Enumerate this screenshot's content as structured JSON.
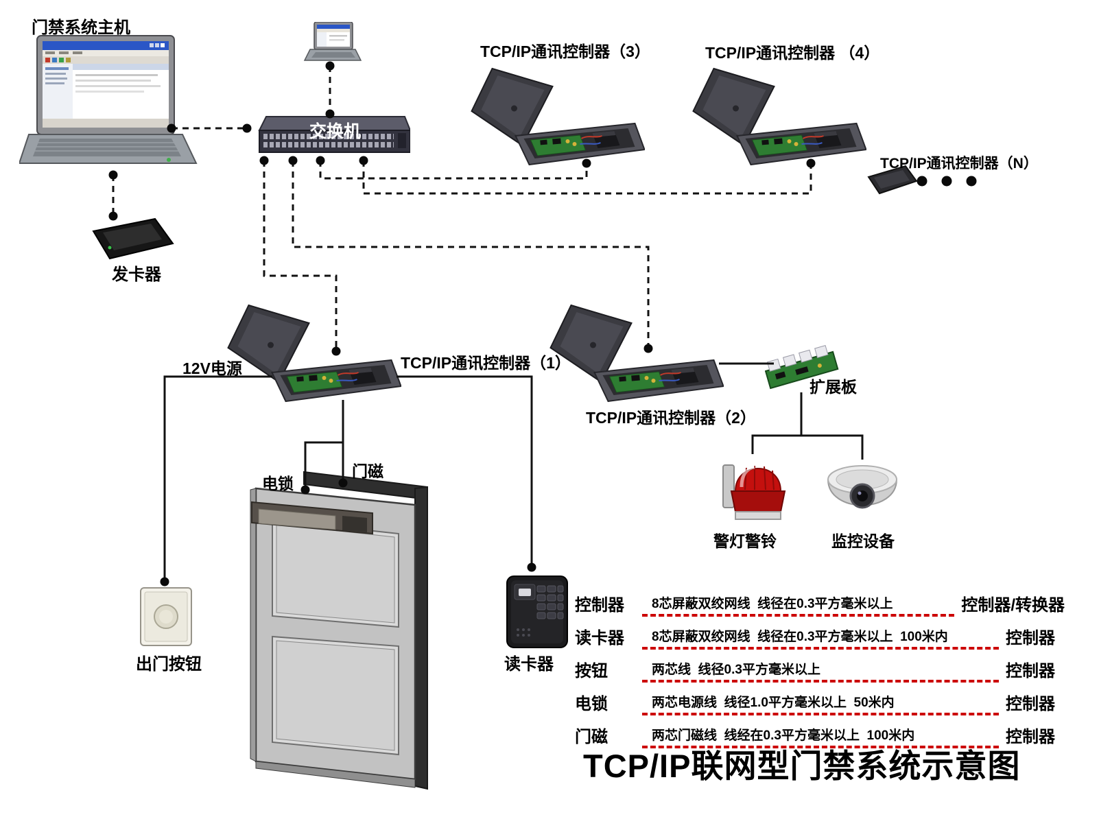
{
  "diagram_title": "TCP/IP联网型门禁系统示意图",
  "nodes": {
    "host_label": "门禁系统主机",
    "switch_label": "交换机",
    "controller1_label": "TCP/IP通讯控制器（1）",
    "controller2_label": "TCP/IP通讯控制器（2）",
    "controller3_label": "TCP/IP通讯控制器（3）",
    "controller4_label": "TCP/IP通讯控制器 （4）",
    "controllerN_label": "TCP/IP通讯控制器（N）",
    "card_issuer_label": "发卡器",
    "power_label": "12V电源",
    "expansion_label": "扩展板",
    "alarm_label": "警灯警铃",
    "camera_label": "监控设备",
    "lock_label": "电锁",
    "magnet_label": "门磁",
    "exit_button_label": "出门按钮",
    "card_reader_label": "读卡器"
  },
  "wiring_table": {
    "rows": [
      {
        "from": "控制器",
        "spec": "8芯屏蔽双绞网线  线径在0.3平方毫米以上",
        "to": "控制器/转换器"
      },
      {
        "from": "读卡器",
        "spec": "8芯屏蔽双绞网线  线径在0.3平方毫米以上  100米内",
        "to": "控制器"
      },
      {
        "from": "按钮",
        "spec": "两芯线  线径0.3平方毫米以上",
        "to": "控制器"
      },
      {
        "from": "电锁",
        "spec": "两芯电源线  线径1.0平方毫米以上  50米内",
        "to": "控制器"
      },
      {
        "from": "门磁",
        "spec": "两芯门磁线  线经在0.3平方毫米以上  100米内",
        "to": "控制器"
      }
    ]
  },
  "colors": {
    "connector": "#111111",
    "table_line_red": "#cc0000",
    "pcb_green": "#2e7d32",
    "alarm_red": "#c4100e",
    "screen_blue": "#2a56c6"
  }
}
